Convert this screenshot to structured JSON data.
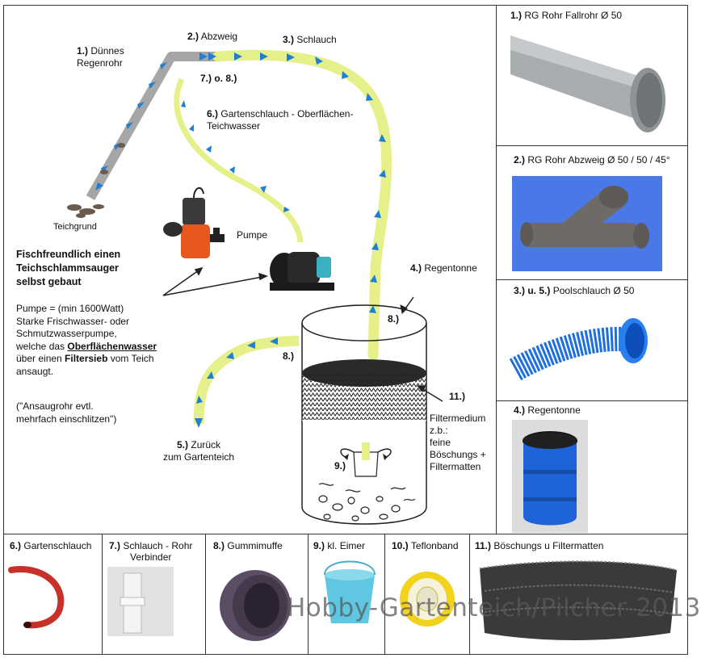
{
  "diagram": {
    "labels": {
      "thin_pipe_num": "1.)",
      "thin_pipe_line1": "Dünnes",
      "thin_pipe_line2": "Regenrohr",
      "branch_num": "2.)",
      "branch_text": "Abzweig",
      "hose_num": "3.)",
      "hose_text": "Schlauch",
      "connector": "7.) o. 8.)",
      "garden_hose_num": "6.)",
      "garden_hose_line1": "Gartenschlauch - Oberflächen-",
      "garden_hose_line2": "Teichwasser",
      "pond_floor": "Teichgrund",
      "pump": "Pumpe",
      "barrel_num": "4.)",
      "barrel_text": "Regentonne",
      "sleeve_top": "8.)",
      "sleeve_side": "8.)",
      "filter_num": "11.)",
      "filter_text": [
        "Filtermedium",
        "z.b.:",
        "feine",
        "Böschungs +",
        "Filtermatten"
      ],
      "bucket": "9.)",
      "return_num": "5.)",
      "return_line1": "Zurück",
      "return_line2": "zum Gartenteich"
    },
    "description": {
      "headline": [
        "Fischfreundlich einen",
        "Teichschlammsauger",
        "selbst gebaut"
      ],
      "pump_line1": "Pumpe = (min 1600Watt)",
      "pump_line2": "Starke Frischwasser- oder",
      "pump_line3": "Schmutzwasserpumpe,",
      "pump_line4_a": "welche das ",
      "pump_line4_b": "Oberflächenwasser",
      "pump_line5_a": "über einen ",
      "pump_line5_b": "Filtersieb",
      "pump_line5_c": " vom Teich",
      "pump_line6": "ansaugt.",
      "note_line1": "(\"Ansaugrohr evtl.",
      "note_line2": "mehrfach einschlitzen\")"
    }
  },
  "parts_right": [
    {
      "num": "1.)",
      "text": "RG Rohr Fallrohr  Ø 50"
    },
    {
      "num": "2.)",
      "text": "RG Rohr Abzweig Ø 50 / 50 / 45°"
    },
    {
      "num": "3.) u. 5.)",
      "text": "Poolschlauch Ø 50"
    },
    {
      "num": "4.)",
      "text": "Regentonne"
    }
  ],
  "parts_bottom": [
    {
      "num": "6.)",
      "text": "Gartenschlauch"
    },
    {
      "num": "7.)",
      "text": "Schlauch - Rohr",
      "text2": "Verbinder"
    },
    {
      "num": "8.)",
      "text": "Gummimuffe"
    },
    {
      "num": "9.)",
      "text": "kl. Eimer"
    },
    {
      "num": "10.)",
      "text": "Teflonband"
    },
    {
      "num": "11.)",
      "text": "Böschungs u Filtermatten"
    }
  ],
  "watermark": "Hobby-Gartenteich/Pilcher 2013",
  "colors": {
    "hose_green": "#e6f08a",
    "arrow_blue": "#1f7fd6",
    "pipe_grey": "#9a9a9a",
    "pool_hose_blue": "#1e6fe0",
    "barrel_blue": "#1f63d8",
    "pump_orange": "#e8571c",
    "garden_hose_red": "#c8302a"
  }
}
